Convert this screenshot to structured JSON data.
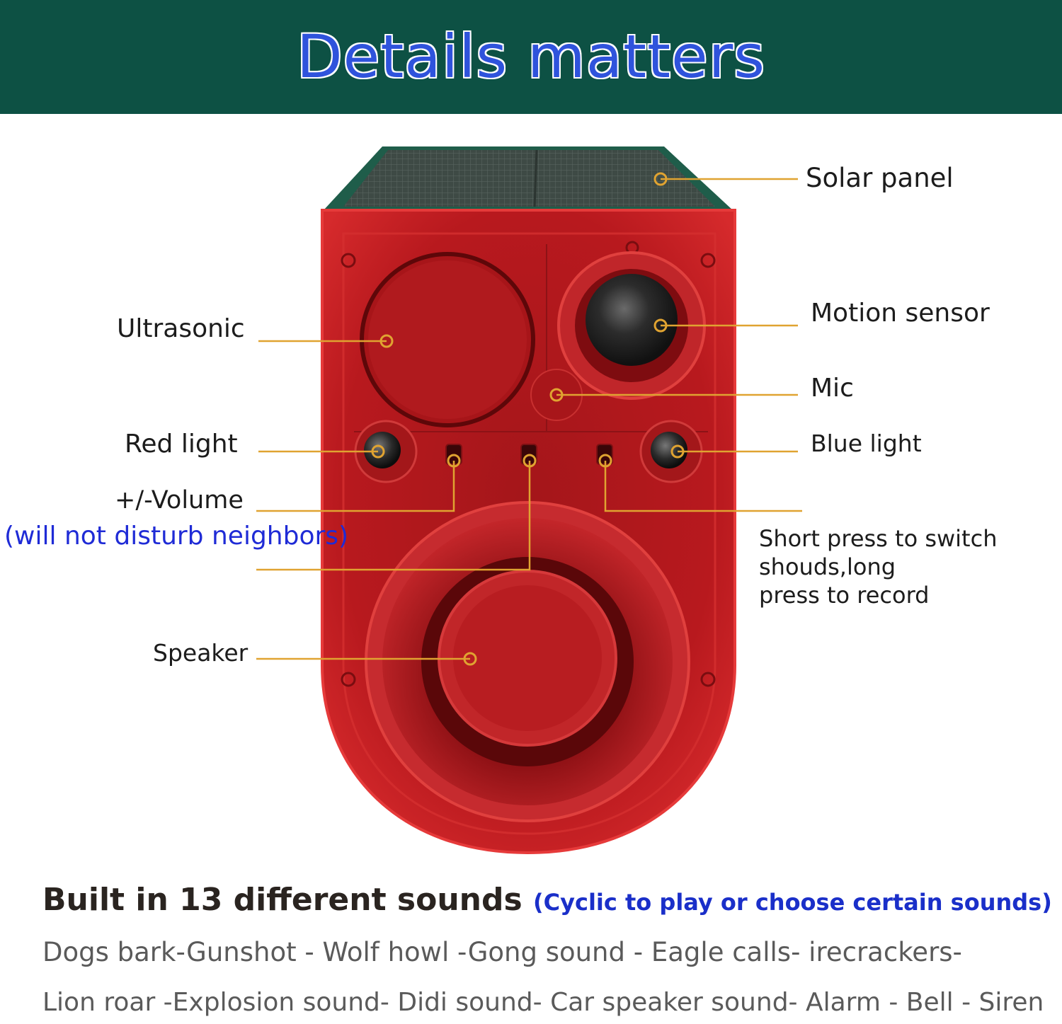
{
  "header": {
    "title": "Details matters"
  },
  "callouts": {
    "solar_panel": "Solar panel",
    "motion_sensor": "Motion sensor",
    "ultrasonic": "Ultrasonic",
    "mic": "Mic",
    "red_light": "Red light",
    "blue_light": "Blue light",
    "volume": "+/-Volume",
    "volume_note": "(will not disturb neighbors)",
    "switch_line1": "Short press to switch",
    "switch_line2": "shouds,long",
    "switch_line3": "press to record",
    "speaker": "Speaker"
  },
  "footer": {
    "title": "Built in 13 different sounds",
    "subtitle": "(Cyclic to play or choose certain sounds)",
    "sounds_line1": "Dogs bark-Gunshot - Wolf howl -Gong sound - Eagle calls- irecrackers-",
    "sounds_line2": "Lion roar -Explosion sound- Didi sound- Car speaker sound- Alarm - Bell - Siren"
  },
  "colors": {
    "banner": "#0d5144",
    "title_text": "#2f53dc",
    "device_body": "#b3171c",
    "leader_line": "#e0a331",
    "note_blue": "#1f2bd6"
  }
}
